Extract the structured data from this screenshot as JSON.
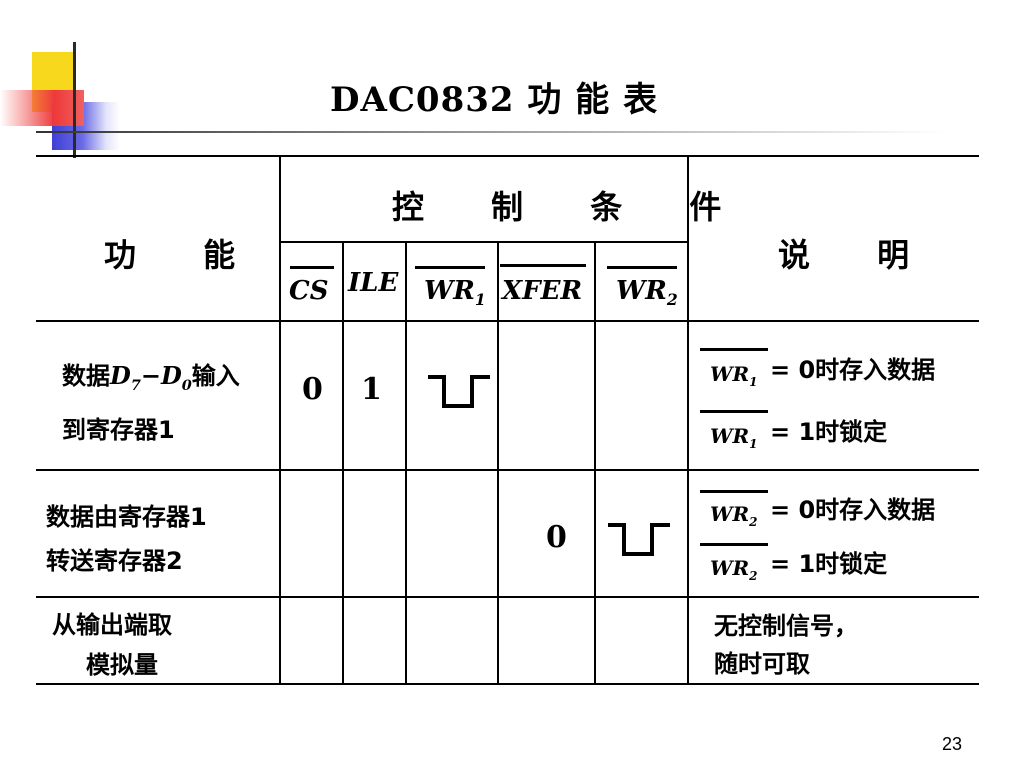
{
  "title": "DAC0832 功 能 表",
  "page_number": "23",
  "header": {
    "function": "功  能",
    "control": "控 制 条 件",
    "description": "说  明",
    "signals": {
      "cs": "CS",
      "ile": "ILE",
      "wr1": "WR",
      "wr1_sub": "1",
      "xfer": "XFER",
      "wr2": "WR",
      "wr2_sub": "2"
    }
  },
  "rows": [
    {
      "function_line1_pre": "数据",
      "function_d7": "D",
      "function_d7_sub": "7",
      "function_dash": "−",
      "function_d0": "D",
      "function_d0_sub": "0",
      "function_line1_post": "输入",
      "function_line2": "到寄存器1",
      "cs": "0",
      "ile": "1",
      "note1_signal": "WR",
      "note1_sub": "1",
      "note1_text": "= 0时存入数据",
      "note2_signal": "WR",
      "note2_sub": "1",
      "note2_text": "= 1时锁定"
    },
    {
      "function_line1": "数据由寄存器1",
      "function_line2": "转送寄存器2",
      "xfer": "0",
      "note1_signal": "WR",
      "note1_sub": "2",
      "note1_text": "= 0时存入数据",
      "note2_signal": "WR",
      "note2_sub": "2",
      "note2_text": "= 1时锁定"
    },
    {
      "function_line1": "从输出端取",
      "function_line2": "模拟量",
      "note_line1": "无控制信号，",
      "note_line2": "随时可取"
    }
  ]
}
